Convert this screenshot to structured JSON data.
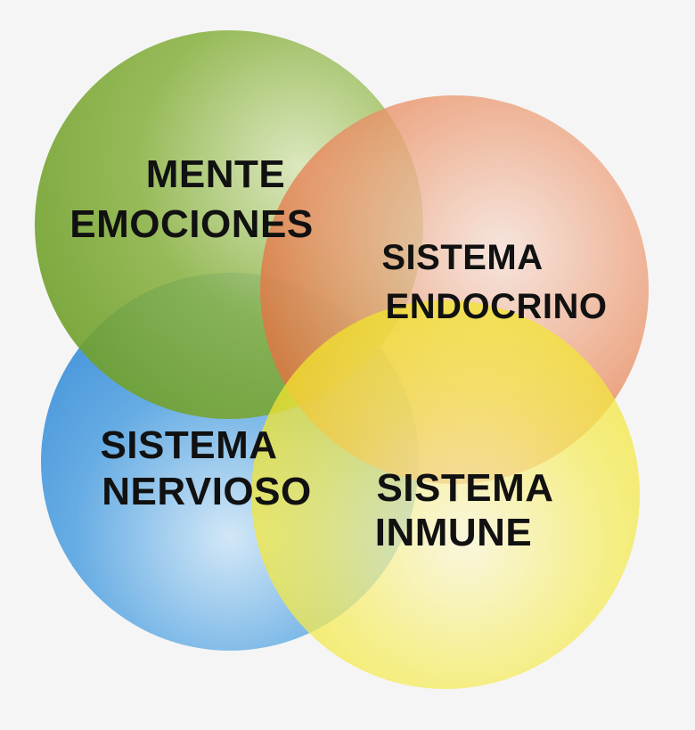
{
  "diagram": {
    "type": "venn-4-circles",
    "circles": [
      {
        "id": "mente",
        "lines": [
          "MENTE",
          "EMOCIONES"
        ],
        "color": "#6f9f2a",
        "highlight": "#d9e6b8"
      },
      {
        "id": "endocrino",
        "lines": [
          "SISTEMA",
          "ENDOCRINO"
        ],
        "color": "#e0602a",
        "highlight": "#f6e1d8"
      },
      {
        "id": "nervioso",
        "lines": [
          "SISTEMA",
          "NERVIOSO"
        ],
        "color": "#2f86d6",
        "highlight": "#cfe6f7"
      },
      {
        "id": "inmune",
        "lines": [
          "SISTEMA",
          "INMUNE"
        ],
        "color": "#f0e010",
        "highlight": "#fbf7d6"
      }
    ]
  }
}
